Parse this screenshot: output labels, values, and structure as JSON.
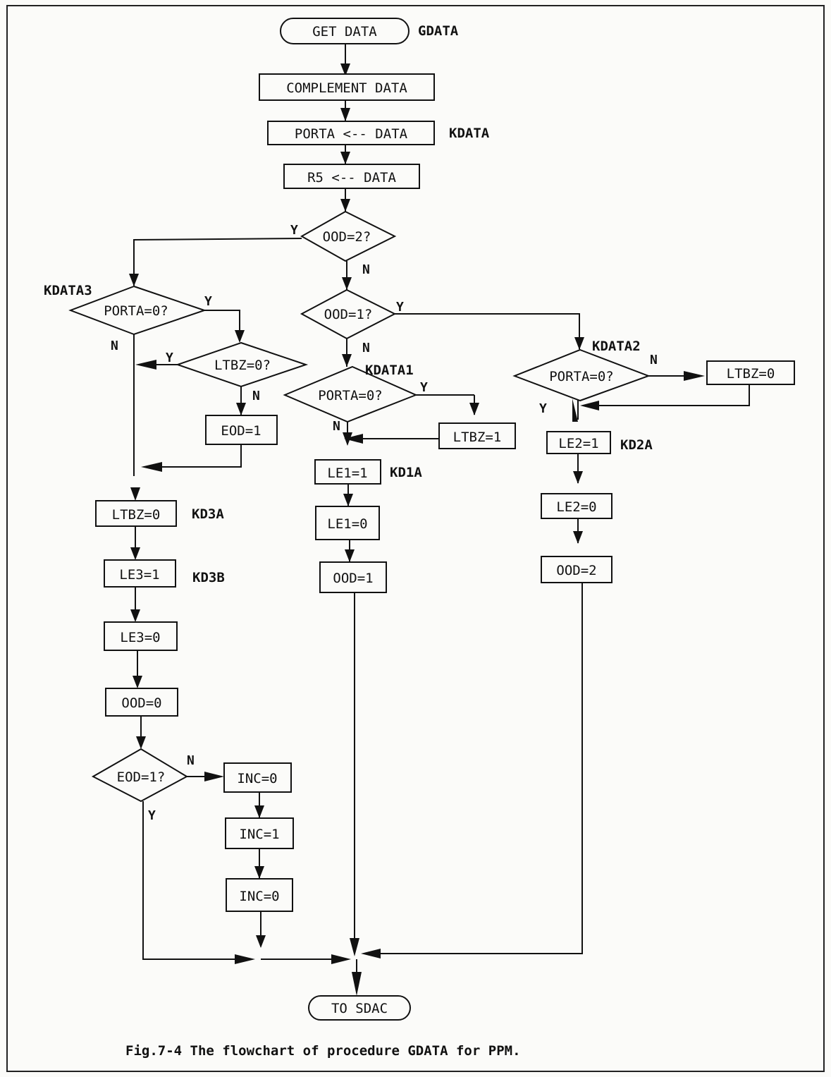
{
  "nodes": {
    "start": "GET DATA",
    "complement": "COMPLEMENT DATA",
    "porta_data": "PORTA <-- DATA",
    "r5_data": "R5 <-- DATA",
    "ood2": "OOD=2?",
    "ood1": "OOD=1?",
    "porta0_left": "PORTA=0?",
    "ltbz0_q": "LTBZ=0?",
    "eod1_set": "EOD=1",
    "ltbz0_left": "LTBZ=0",
    "le3_1": "LE3=1",
    "le3_0": "LE3=0",
    "ood0": "OOD=0",
    "eod1_q": "EOD=1?",
    "inc0_a": "INC=0",
    "inc1": "INC=1",
    "inc0_b": "INC=0",
    "porta0_mid": "PORTA=0?",
    "ltbz1": "LTBZ=1",
    "le1_1": "LE1=1",
    "le1_0": "LE1=0",
    "ood1_set": "OOD=1",
    "porta0_right": "PORTA=0?",
    "ltbz0_right": "LTBZ=0",
    "le2_1": "LE2=1",
    "le2_0": "LE2=0",
    "ood2_set": "OOD=2",
    "end": "TO SDAC"
  },
  "labels": {
    "gdata": "GDATA",
    "kdata": "KDATA",
    "kdata3": "KDATA3",
    "kdata1": "KDATA1",
    "kdata2": "KDATA2",
    "kd1a": "KD1A",
    "kd2a": "KD2A",
    "kd3a": "KD3A",
    "kd3b": "KD3B"
  },
  "branch": {
    "yes": "Y",
    "no": "N"
  },
  "caption": "Fig.7-4 The flowchart of procedure GDATA for PPM."
}
